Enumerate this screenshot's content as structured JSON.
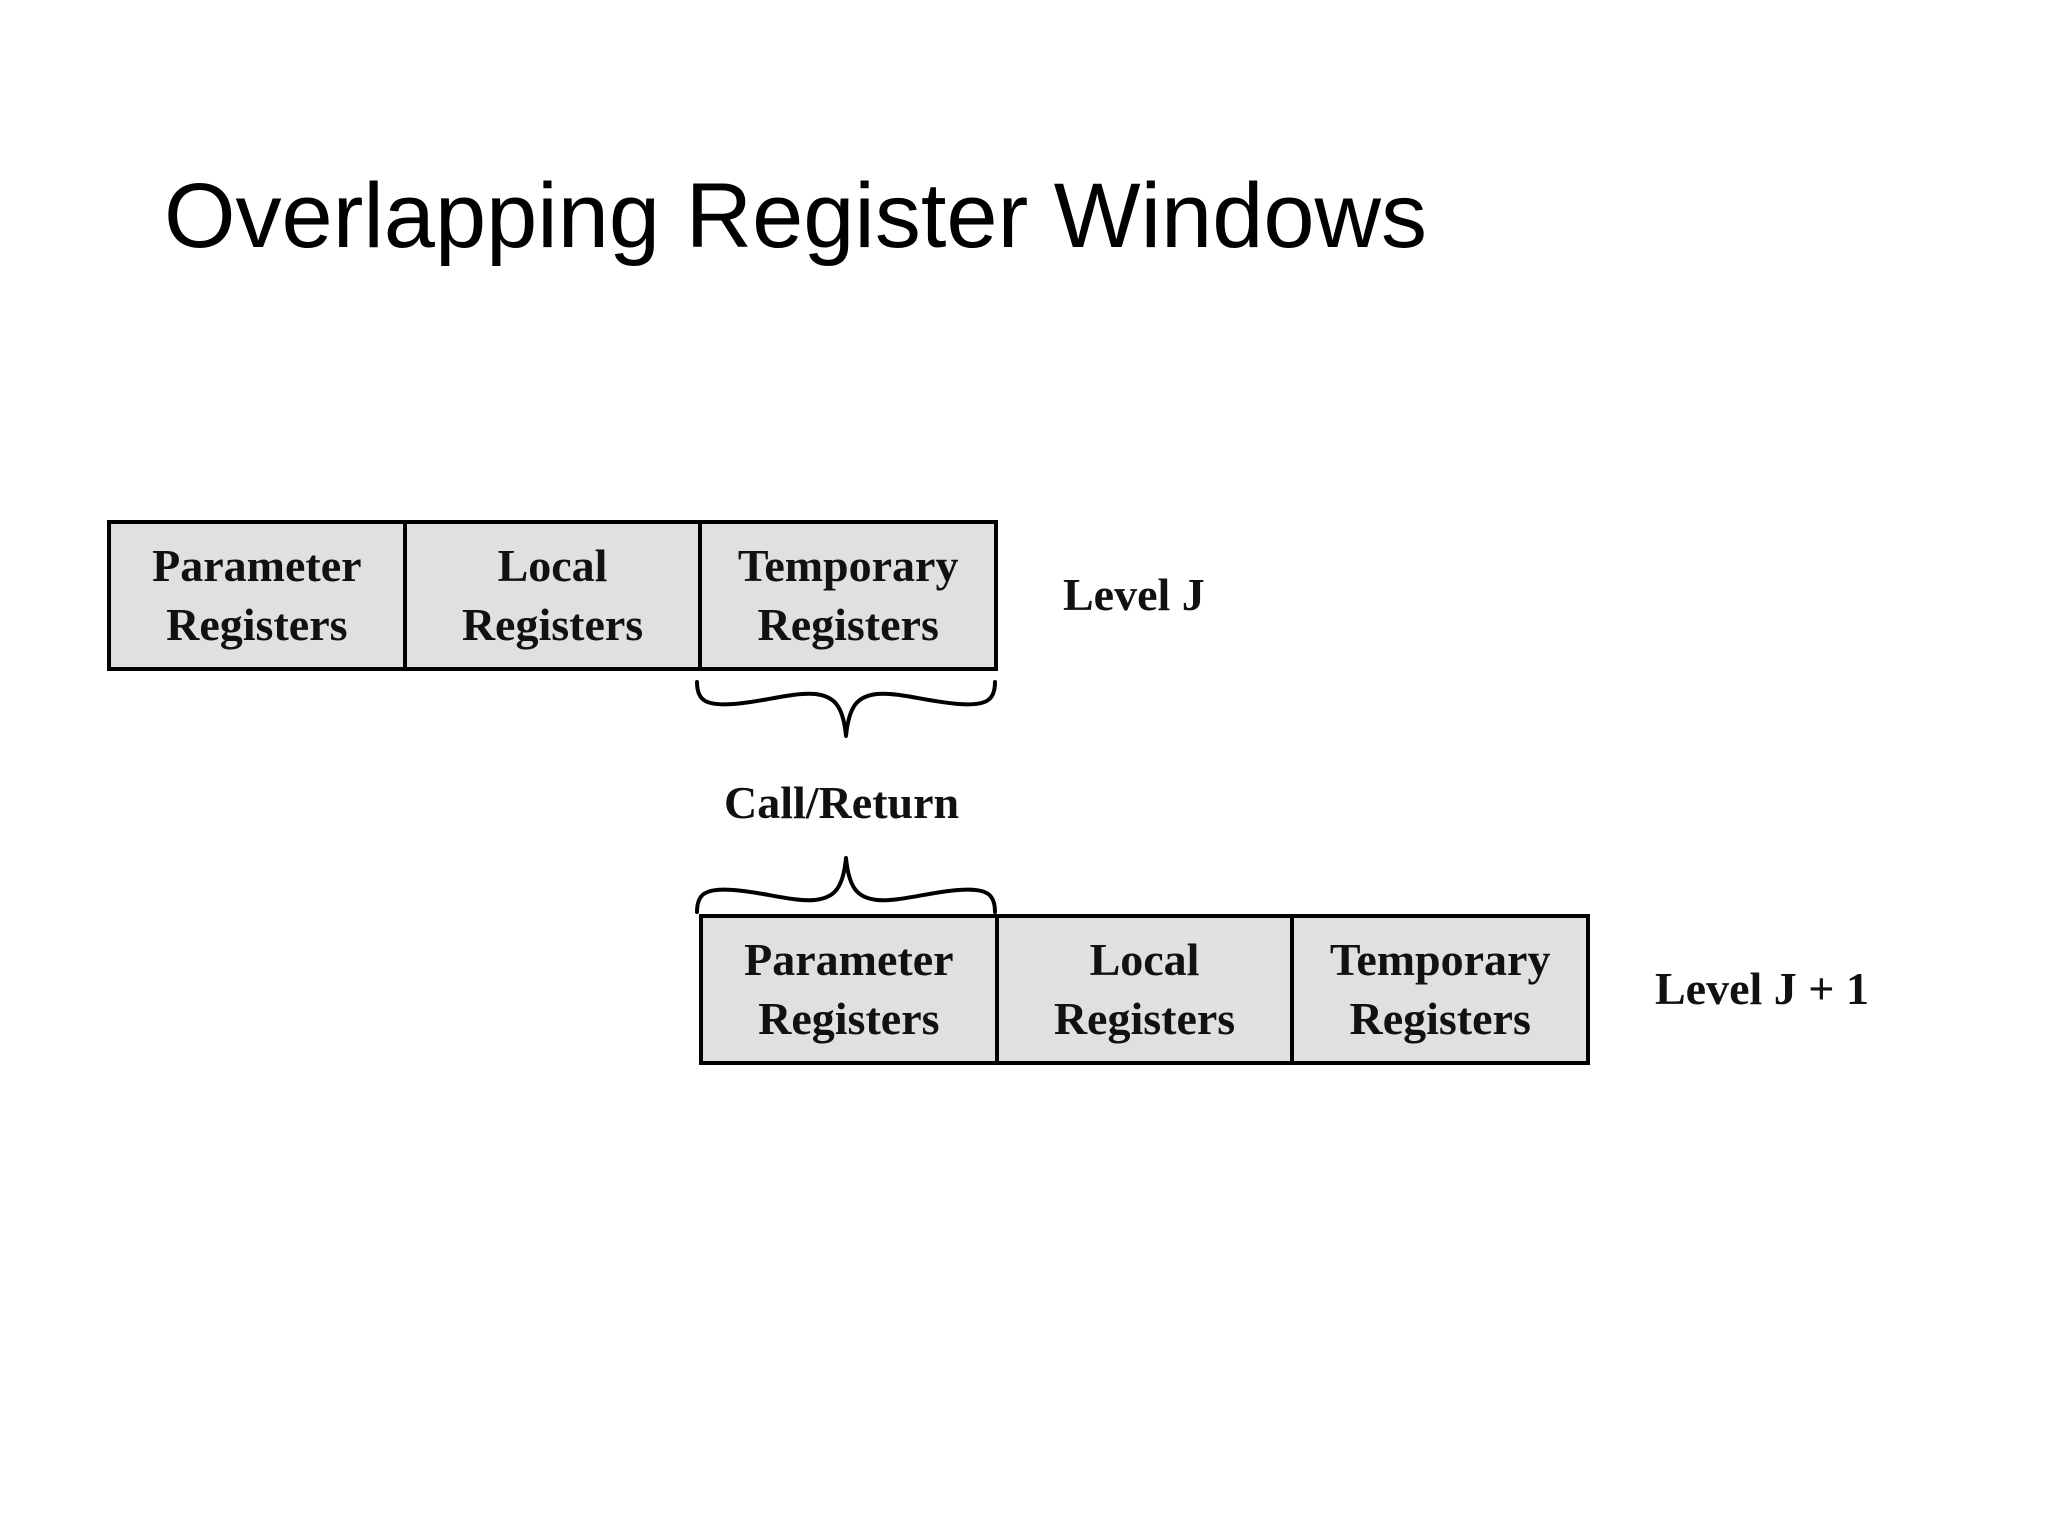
{
  "title": "Overlapping Register Windows",
  "diagram": {
    "level_j": {
      "label": "Level J",
      "cells": [
        {
          "line1": "Parameter",
          "line2": "Registers"
        },
        {
          "line1": "Local",
          "line2": "Registers"
        },
        {
          "line1": "Temporary",
          "line2": "Registers"
        }
      ]
    },
    "connector_label": "Call/Return",
    "level_j1": {
      "label": "Level J + 1",
      "cells": [
        {
          "line1": "Parameter",
          "line2": "Registers"
        },
        {
          "line1": "Local",
          "line2": "Registers"
        },
        {
          "line1": "Temporary",
          "line2": "Registers"
        }
      ]
    },
    "colors": {
      "cell_fill": "#e0e0e0",
      "border": "#000000",
      "text": "#111111",
      "background": "#ffffff"
    }
  }
}
